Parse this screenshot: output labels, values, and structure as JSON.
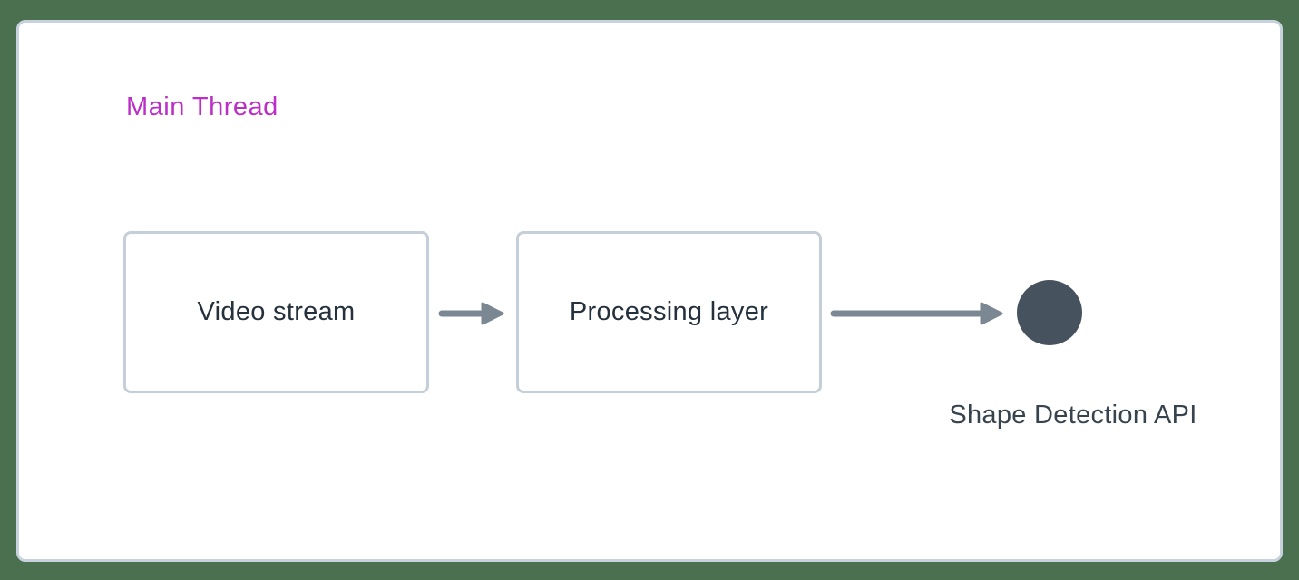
{
  "window": {
    "background_color": "#4b7050"
  },
  "panel": {
    "background_color": "#ffffff",
    "border_color": "#c8d2de"
  },
  "diagram": {
    "title": {
      "text": "Main Thread",
      "color": "#bb2fc7"
    },
    "nodes": [
      {
        "id": "video-stream",
        "label": "Video stream",
        "shape": "rectangle",
        "border_color": "#c5cfd9",
        "fill": "#ffffff",
        "text_color": "#25313c"
      },
      {
        "id": "processing-layer",
        "label": "Processing layer",
        "shape": "rectangle",
        "border_color": "#c5cfd9",
        "fill": "#ffffff",
        "text_color": "#25313c"
      },
      {
        "id": "shape-detection-api",
        "label": "Shape Detection API",
        "shape": "circle",
        "fill": "#46535e",
        "text_color": "#37444e"
      }
    ],
    "edges": [
      {
        "from": "video-stream",
        "to": "processing-layer",
        "arrow_color": "#7b8793"
      },
      {
        "from": "processing-layer",
        "to": "shape-detection-api",
        "arrow_color": "#7b8793"
      }
    ]
  }
}
